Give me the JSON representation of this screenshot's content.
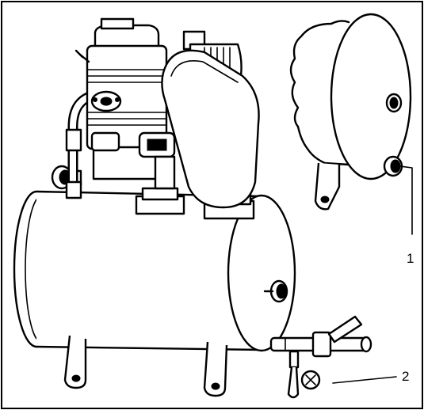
{
  "figure": {
    "callouts": [
      {
        "id": "callout-1",
        "label": "1"
      },
      {
        "id": "callout-2",
        "label": "2"
      }
    ]
  }
}
